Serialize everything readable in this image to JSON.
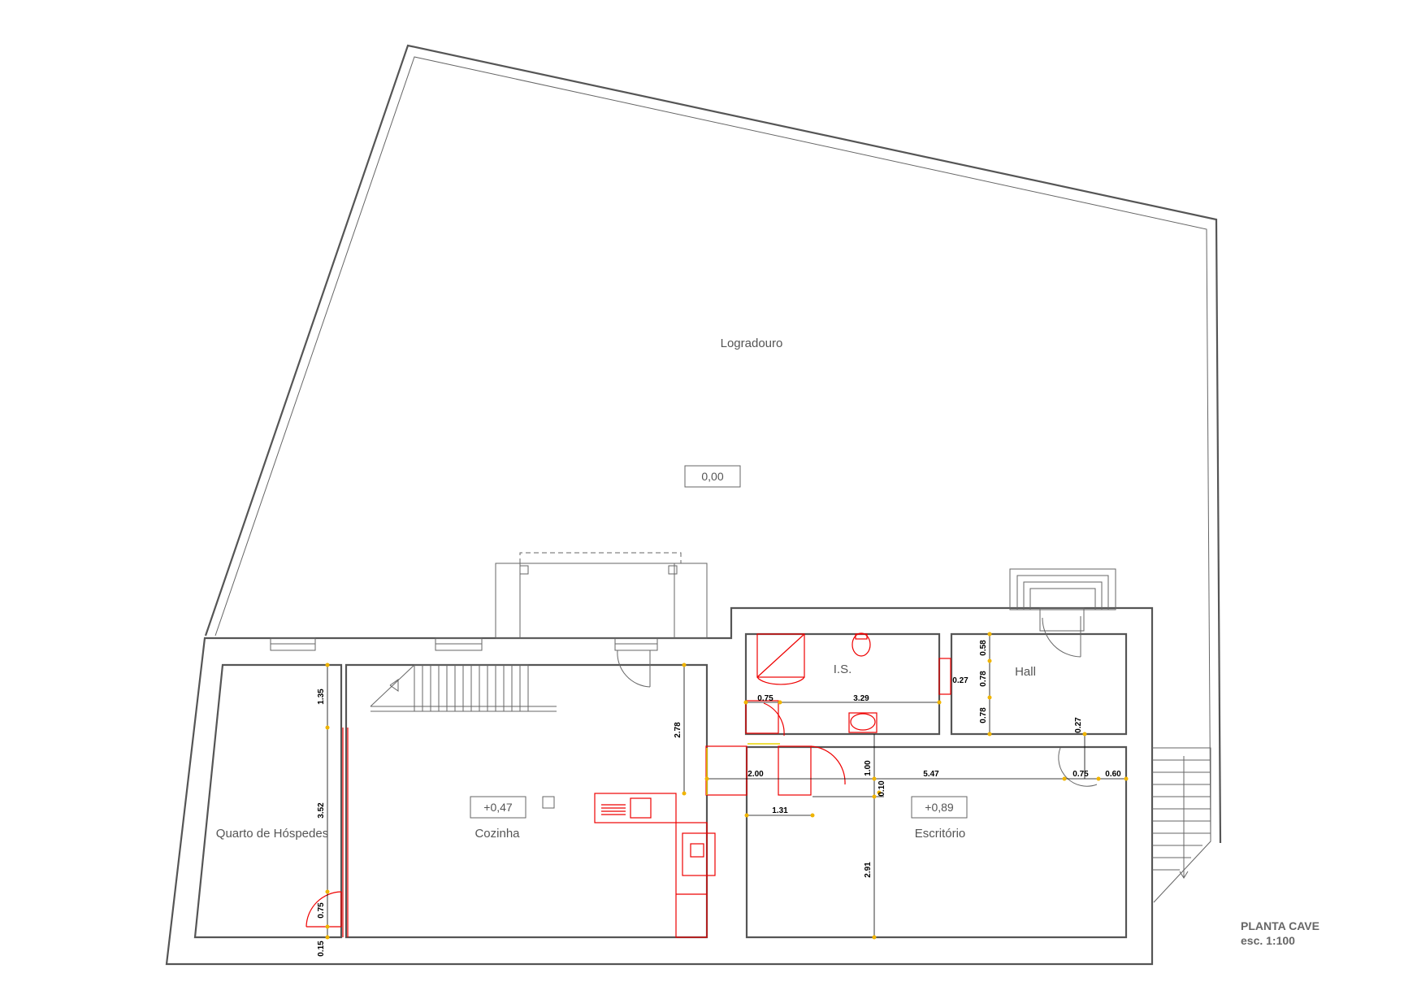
{
  "drawing": {
    "title": "PLANTA CAVE",
    "scale": "esc. 1:100"
  },
  "rooms": {
    "logradouro": "Logradouro",
    "quarto": "Quarto de Hóspedes",
    "cozinha": "Cozinha",
    "is": "I.S.",
    "hall": "Hall",
    "escritorio": "Escritório"
  },
  "levels": {
    "logradouro": "0,00",
    "cozinha": "+0,47",
    "escritorio": "+0,89"
  },
  "dimensions": {
    "d_1_35": "1.35",
    "d_3_52": "3.52",
    "d_0_75_quarto": "0.75",
    "d_0_15": "0.15",
    "d_2_78": "2.78",
    "d_0_75_is": "0.75",
    "d_3_29": "3.29",
    "d_0_27_is": "0.27",
    "d_0_58": "0.58",
    "d_0_78_a": "0.78",
    "d_0_78_b": "0.78",
    "d_0_27_hall": "0.27",
    "d_2_00": "2.00",
    "d_1_00": "1.00",
    "d_0_10": "0.10",
    "d_5_47": "5.47",
    "d_0_75_esc": "0.75",
    "d_0_60": "0.60",
    "d_1_31": "1.31",
    "d_2_91": "2.91"
  },
  "colors": {
    "walls": "#555555",
    "fixtures": "#ee0000",
    "dimension_marks": "#f0b400",
    "threshold": "#e8d400"
  }
}
